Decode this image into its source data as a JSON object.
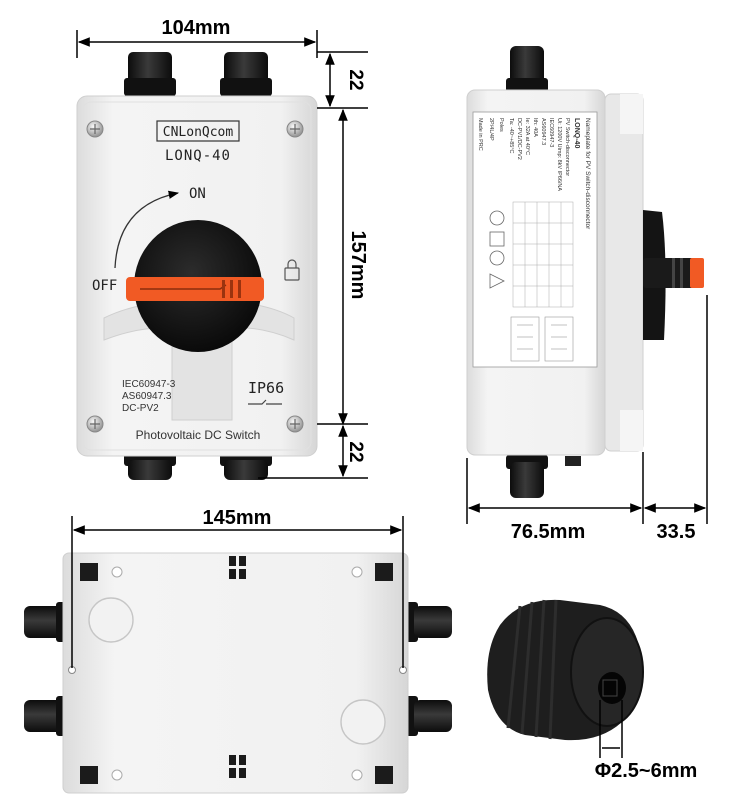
{
  "dimensions": {
    "front_width": "104mm",
    "top_gland": "22",
    "body_height": "157mm",
    "bottom_gland": "22",
    "side_depth": "76.5mm",
    "handle_depth": "33.5",
    "back_width": "145mm",
    "gland_diameter": "Φ2.5~6mm"
  },
  "front": {
    "brand": "CNLonQcom",
    "model": "LONQ-40",
    "on_label": "ON",
    "off_label": "OFF",
    "standards": [
      "IEC60947-3",
      "AS60947.3",
      "DC-PV2"
    ],
    "ip_rating": "IP66",
    "footer": "Photovoltaic DC Switch"
  },
  "side": {
    "nameplate_title": "Nameplate for PV Switch-disconnector",
    "model": "LONQ-40",
    "lines": [
      "PV Switch-disconnector",
      "Ui: 1200V Uimp: 8kV IP66/NA",
      "IEC60947-3",
      "AS60947.3",
      "Ith: 40A",
      "Ie: 32A at 40°C",
      "DC-PV1/DC-PV2",
      "Ta: -40~+85°C",
      "Poles",
      "2P/4L/4P",
      "Made in PRC"
    ]
  },
  "colors": {
    "housing": "#ececec",
    "knob": "#141414",
    "handle_accent": "#f15a24",
    "gland": "#1a1a1a"
  }
}
